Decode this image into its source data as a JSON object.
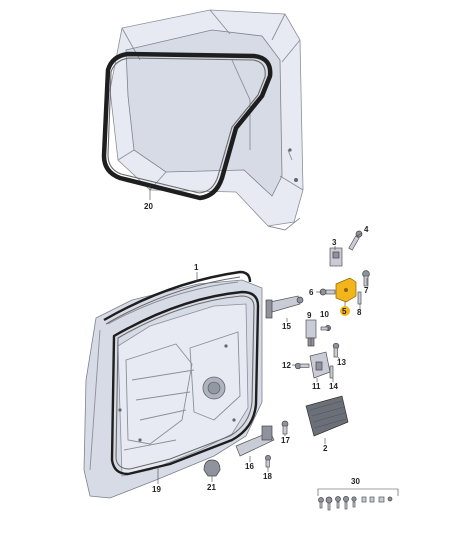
{
  "callouts": [
    {
      "id": "c20",
      "label": "20"
    },
    {
      "id": "c1",
      "label": "1"
    },
    {
      "id": "c3",
      "label": "3"
    },
    {
      "id": "c4",
      "label": "4"
    },
    {
      "id": "c7",
      "label": "7"
    },
    {
      "id": "c6",
      "label": "6"
    },
    {
      "id": "c5",
      "label": "5"
    },
    {
      "id": "c8",
      "label": "8"
    },
    {
      "id": "c15",
      "label": "15"
    },
    {
      "id": "c9",
      "label": "9"
    },
    {
      "id": "c10",
      "label": "10"
    },
    {
      "id": "c12",
      "label": "12"
    },
    {
      "id": "c13",
      "label": "13"
    },
    {
      "id": "c11",
      "label": "11"
    },
    {
      "id": "c14",
      "label": "14"
    },
    {
      "id": "c2",
      "label": "2"
    },
    {
      "id": "c17",
      "label": "17"
    },
    {
      "id": "c16",
      "label": "16"
    },
    {
      "id": "c18",
      "label": "18"
    },
    {
      "id": "c21",
      "label": "21"
    },
    {
      "id": "c19",
      "label": "19"
    },
    {
      "id": "c30",
      "label": "30"
    }
  ],
  "colors": {
    "highlight_part": "#f2b51c",
    "seal": "#1e1e1e",
    "body_panel": "#d7dbe6"
  },
  "highlighted_part": "5"
}
